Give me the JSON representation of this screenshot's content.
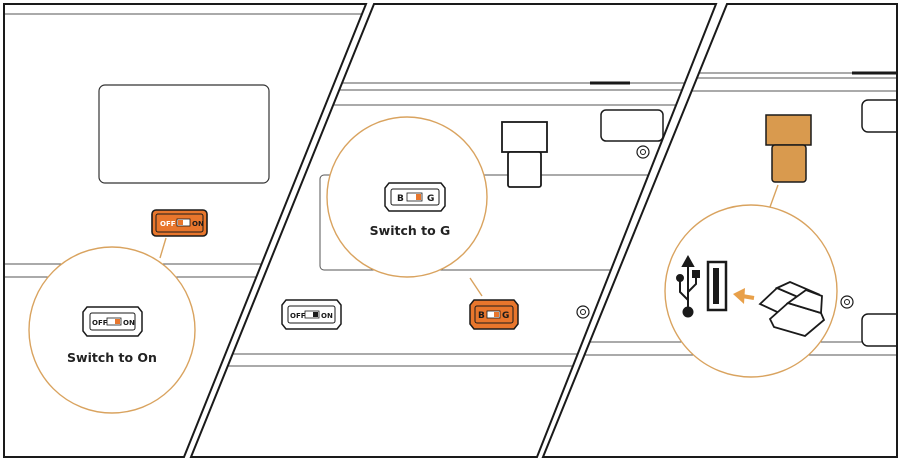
{
  "panels": [
    {
      "callout": "Switch to On",
      "switch_labels": {
        "off": "OFF",
        "on": "ON"
      }
    },
    {
      "callout": "Switch to G",
      "switch_labels": {
        "left": "B",
        "right": "G"
      },
      "device_switch_labels": {
        "off": "OFF",
        "on": "ON"
      }
    },
    {
      "icons": [
        "usb-symbol-icon",
        "usb-port-icon",
        "insert-arrow-icon",
        "usb-receiver-dongle-icon"
      ]
    }
  ],
  "colors": {
    "accent_orange": "#E8762C",
    "callout_gold": "#D9A35F",
    "dongle_fill": "#D99A4E",
    "line": "#1a1a1a",
    "thin_line": "#555555"
  }
}
